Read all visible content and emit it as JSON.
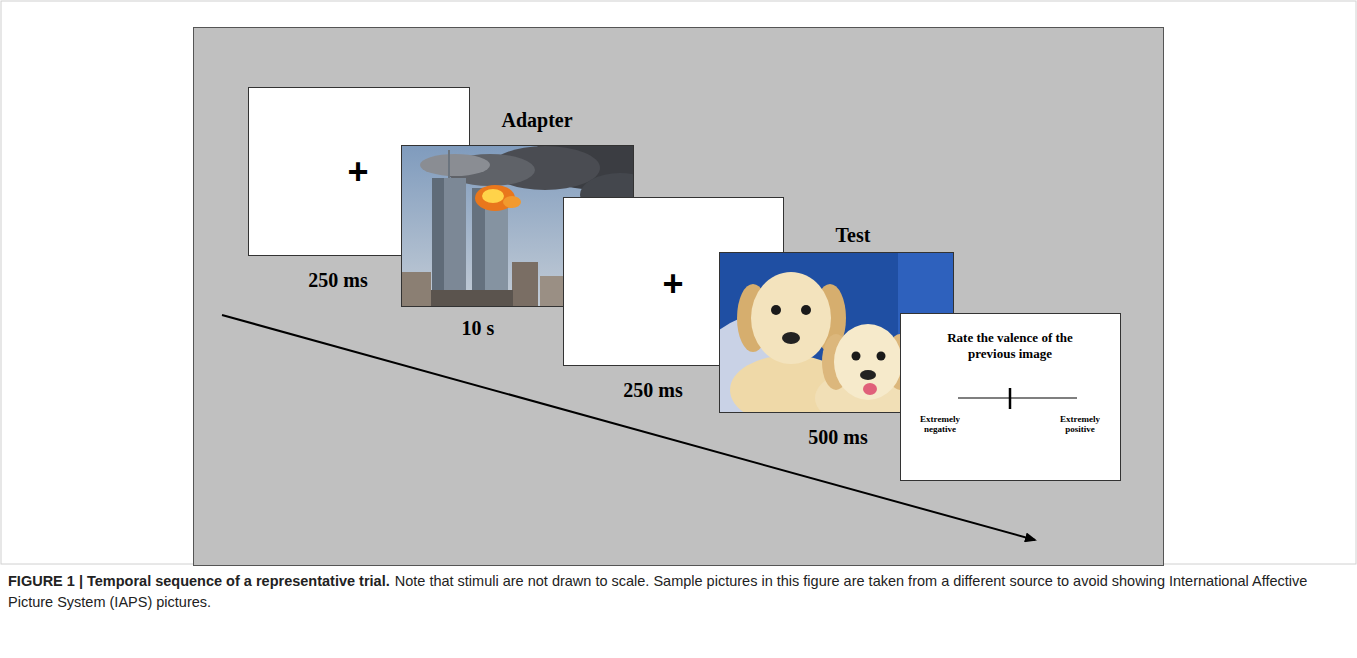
{
  "diagram": {
    "caption": "FIGURE 1 | Temporal sequence of a representative trial.",
    "nodes": [
      {
        "text": [
          "+",
          "250 ms"
        ]
      },
      {
        "text": [
          "Adapter",
          "10 s"
        ]
      },
      {
        "text": [
          "+",
          "250 ms"
        ]
      },
      {
        "text": [
          "Test",
          "500 ms"
        ]
      },
      {
        "text": [
          "Rate the valence of the previous image",
          "Extremely negative",
          "Extremely positive"
        ]
      }
    ],
    "labels": [
      "Note that stimuli are not drawn to scale. Sample pictures in this figure are taken from a different source to avoid showing International Affective Picture System (IAPS) pictures."
    ]
  }
}
